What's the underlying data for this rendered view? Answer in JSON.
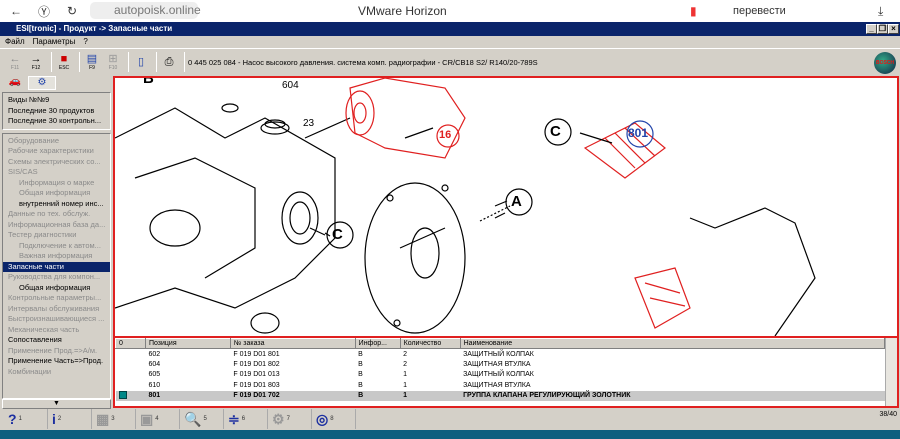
{
  "browser": {
    "url": "autopoisk.online",
    "title": "VMware Horizon",
    "translate": "перевести"
  },
  "window": {
    "title": "ESI[tronic] - Продукт -> Запасные части"
  },
  "menu": [
    "Файл",
    "Параметры",
    "?"
  ],
  "toolbar": {
    "keys": [
      "F11",
      "F12",
      "ESC",
      "F9",
      "F10"
    ],
    "product": "0 445 025 084 - Насос высокого давления. система комп. радиографии - CR/CB18 S2/ R140/20-789S",
    "logo": "BOSCH"
  },
  "left": {
    "top_items": [
      "Виды №№9",
      "Последние 30 продуктов",
      "Последние 30 контрольн..."
    ],
    "items": [
      {
        "label": "Оборудование",
        "state": "dis"
      },
      {
        "label": "Рабочие характеристики",
        "state": "dis"
      },
      {
        "label": "Схемы электрических со...",
        "state": "dis"
      },
      {
        "label": "SIS/CAS",
        "state": "dis"
      },
      {
        "label": "Информация о марке",
        "state": "dis ind"
      },
      {
        "label": "Общая информация",
        "state": "dis ind"
      },
      {
        "label": "внутренний номер инс...",
        "state": "ind"
      },
      {
        "label": "Данные по тех. обслуж.",
        "state": "dis"
      },
      {
        "label": "Информационная база да...",
        "state": "dis"
      },
      {
        "label": "Тестер диагностики",
        "state": "dis"
      },
      {
        "label": "Подключение к автом...",
        "state": "dis ind"
      },
      {
        "label": "Важная информация",
        "state": "dis ind"
      },
      {
        "label": "Запасные части",
        "state": "sel"
      },
      {
        "label": "Руководства для компон...",
        "state": "dis"
      },
      {
        "label": "Общая информация",
        "state": "ind"
      },
      {
        "label": "Контрольные параметры...",
        "state": "dis"
      },
      {
        "label": "Интервалы обслуживания",
        "state": "dis"
      },
      {
        "label": "Быстроизнашивающиеся ...",
        "state": "dis"
      },
      {
        "label": "Механическая часть",
        "state": "dis"
      },
      {
        "label": "Сопоставления",
        "state": ""
      },
      {
        "label": "Применение Прод.=>А/м.",
        "state": "dis"
      },
      {
        "label": "Применение Часть=>Прод.",
        "state": ""
      },
      {
        "label": "Комбинации",
        "state": "dis"
      }
    ]
  },
  "drawing": {
    "labels": [
      "604",
      "23",
      "16",
      "801",
      "C",
      "A",
      "C",
      "B"
    ]
  },
  "table": {
    "columns": [
      "0",
      "Позиция",
      "№ заказа",
      "Инфор...",
      "Количество",
      "Наименование"
    ],
    "rows": [
      [
        "602",
        "F 019 D01 801",
        "B",
        "2",
        "ЗАЩИТНЫЙ КОЛПАК"
      ],
      [
        "604",
        "F 019 D01 802",
        "B",
        "2",
        "ЗАЩИТНАЯ ВТУЛКА"
      ],
      [
        "605",
        "F 019 D01 013",
        "B",
        "1",
        "ЗАЩИТНЫЙ КОЛПАК"
      ],
      [
        "610",
        "F 019 D01 803",
        "B",
        "1",
        "ЗАЩИТНАЯ ВТУЛКА"
      ],
      [
        "801",
        "F 019 D01 702",
        "B",
        "1",
        "ГРУППА КЛАПАНА РЕГУЛИРУЮЩИЙ ЗОЛОТНИК"
      ]
    ]
  },
  "bottom": {
    "keys": [
      {
        "icon": "?",
        "f": "1"
      },
      {
        "icon": "i",
        "f": "2"
      },
      {
        "icon": "▦",
        "f": "3"
      },
      {
        "icon": "▣",
        "f": "4"
      },
      {
        "icon": "🔍",
        "f": "5"
      },
      {
        "icon": "≑",
        "f": "6"
      },
      {
        "icon": "⚙",
        "f": "7"
      },
      {
        "icon": "◎",
        "f": "8"
      }
    ],
    "page": "38/40"
  }
}
